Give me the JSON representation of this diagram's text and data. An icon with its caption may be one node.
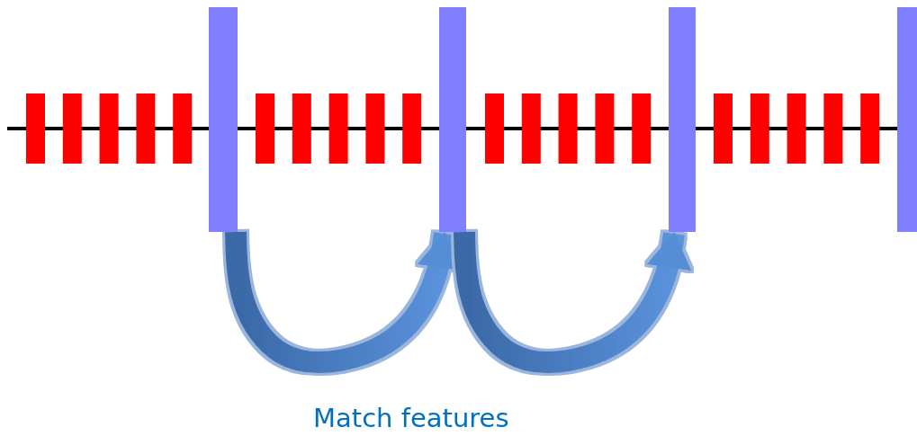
{
  "diagram": {
    "nodes": [
      {
        "text": [],
        "shape": "bar"
      },
      {
        "text": [],
        "shape": "bar"
      },
      {
        "text": [],
        "shape": "bar"
      },
      {
        "text": [],
        "shape": "bar"
      }
    ],
    "edges": [
      {
        "from": 0,
        "to": 1,
        "arrow": "to"
      },
      {
        "from": 1,
        "to": 2,
        "arrow": "to"
      }
    ],
    "labels": [
      "Match features"
    ]
  }
}
